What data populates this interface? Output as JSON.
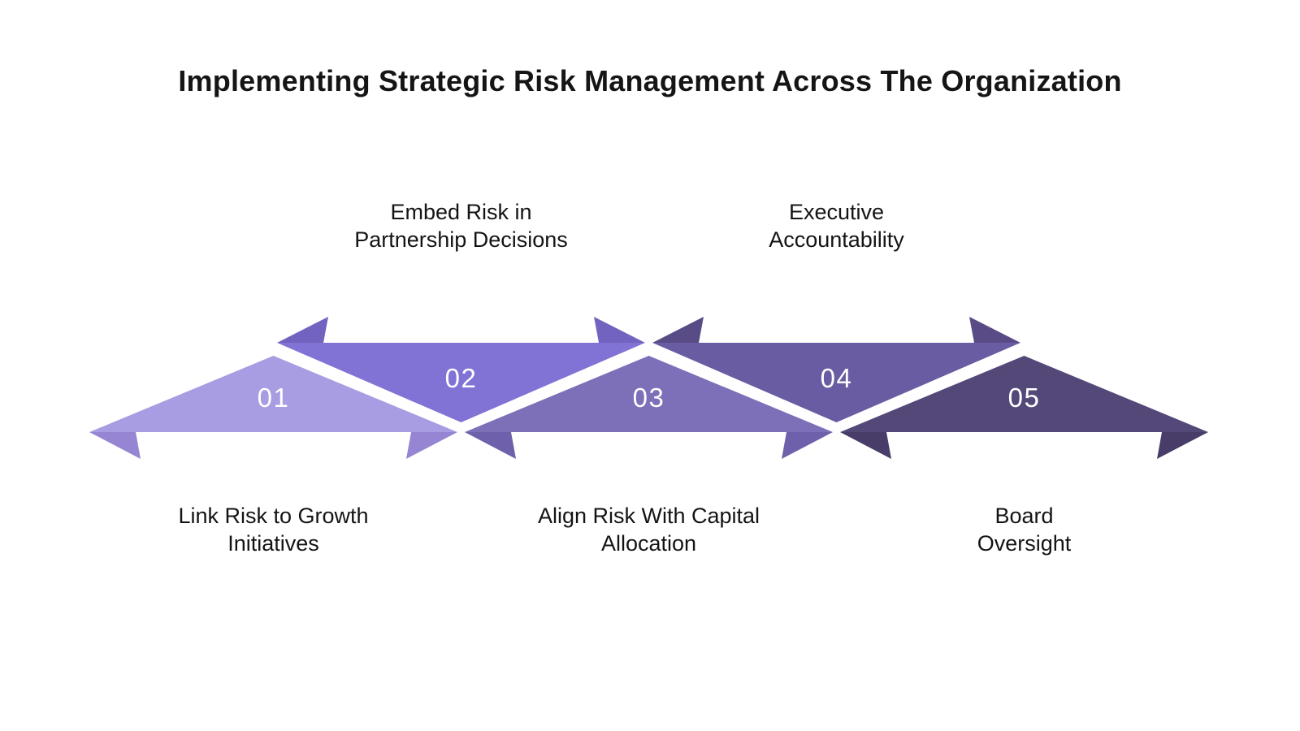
{
  "title": "Implementing Strategic Risk Management Across The Organization",
  "background_color": "#ffffff",
  "label_text_color": "#141414",
  "number_text_color": "#ffffff",
  "diagram_type": "zigzag-ribbon-process",
  "steps": [
    {
      "number": "01",
      "label": "Link Risk to Growth\nInitiatives",
      "label_position": "below",
      "direction": "up",
      "color": "#a89ce2",
      "wing_color": "#9585d2"
    },
    {
      "number": "02",
      "label": "Embed Risk in\nPartnership Decisions",
      "label_position": "above",
      "direction": "down",
      "color": "#8173d5",
      "wing_color": "#7263c0"
    },
    {
      "number": "03",
      "label": "Align Risk With Capital\nAllocation",
      "label_position": "below",
      "direction": "up",
      "color": "#7d6fb8",
      "wing_color": "#6e60ab"
    },
    {
      "number": "04",
      "label": "Executive\nAccountability",
      "label_position": "above",
      "direction": "down",
      "color": "#6a5ca3",
      "wing_color": "#594c86"
    },
    {
      "number": "05",
      "label": "Board\nOversight",
      "label_position": "below",
      "direction": "up",
      "color": "#544878",
      "wing_color": "#483c69"
    }
  ]
}
